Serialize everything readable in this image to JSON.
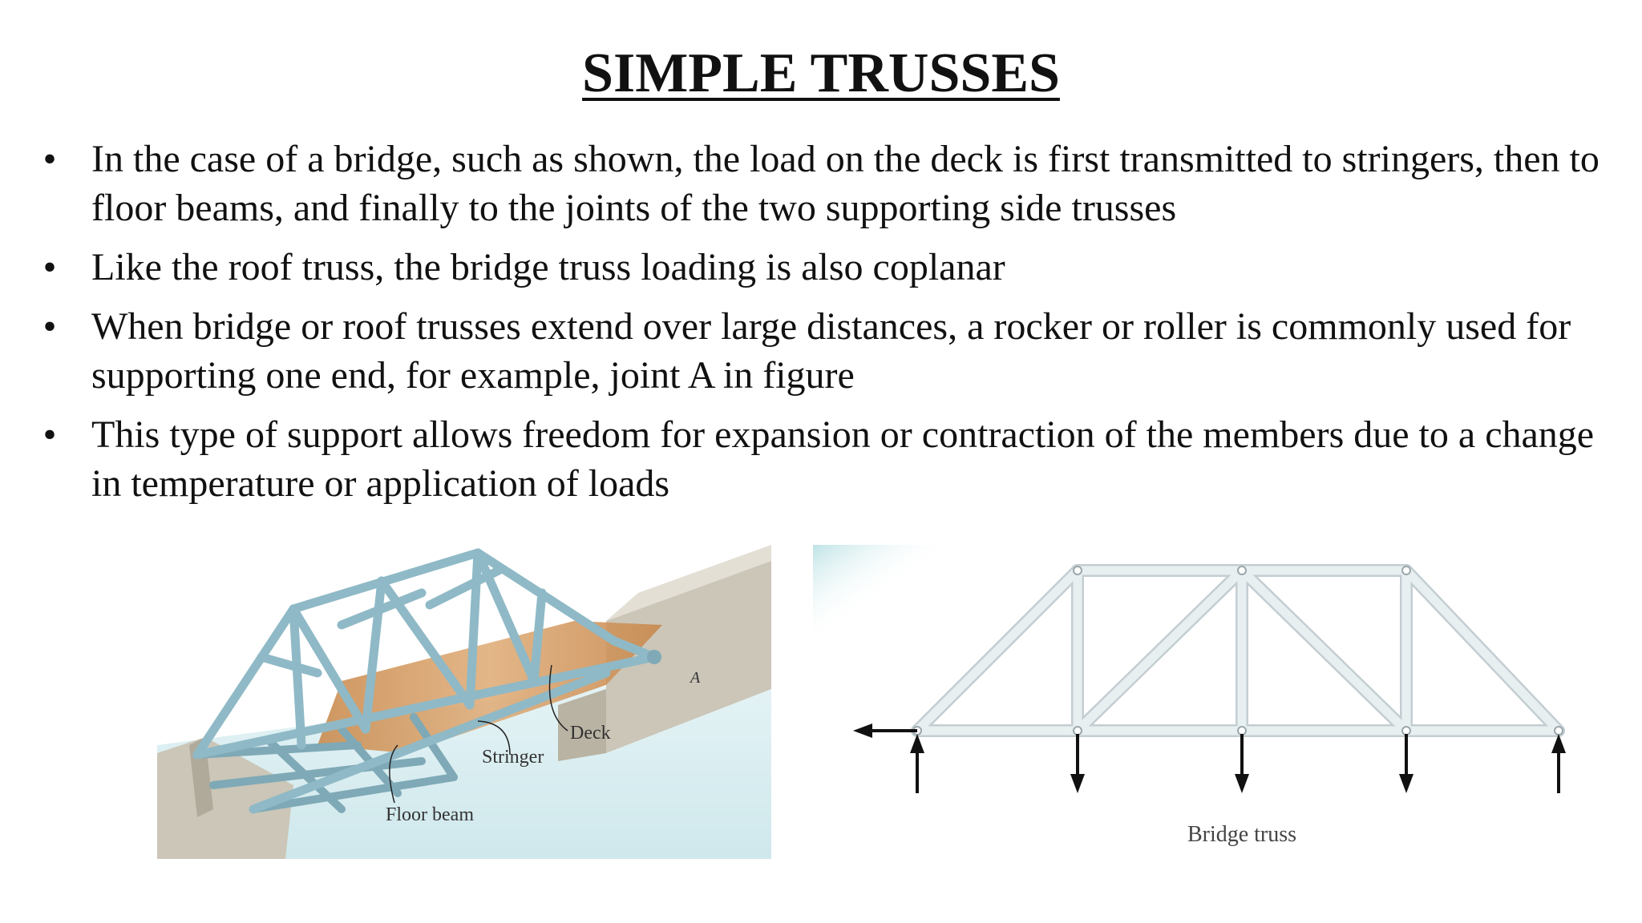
{
  "slide": {
    "title": "SIMPLE TRUSSES",
    "bullets": [
      {
        "marker": "•",
        "text": "In the case of a bridge, such as shown, the load on the deck is first transmitted to stringers, then to floor beams, and finally to the joints of the two supporting side trusses"
      },
      {
        "marker": "•",
        "text": "Like the roof truss, the bridge truss loading is also coplanar"
      },
      {
        "marker": "•",
        "text": "When bridge or roof trusses extend over large distances, a rocker or roller is commonly used for supporting one end, for example, joint A in figure"
      },
      {
        "marker": "•",
        "text": "This type of support allows freedom for expansion or contraction of the members due to a change in temperature or application of loads"
      }
    ]
  },
  "bridge_figure": {
    "labels": {
      "joint_a": "A",
      "deck": "Deck",
      "stringer": "Stringer",
      "floor_beam": "Floor beam"
    },
    "colors": {
      "truss": "#8fb9c6",
      "deck": "#d7a06a",
      "abutment": "#cbc6b8",
      "water": "#d6ecef"
    }
  },
  "truss_figure": {
    "caption": "Bridge truss",
    "colors": {
      "member": "#dfe7ea",
      "arrow": "#111111"
    }
  }
}
